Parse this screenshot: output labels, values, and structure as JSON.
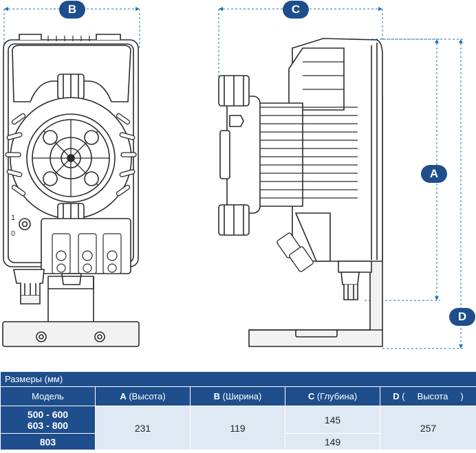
{
  "dimension_badges": {
    "b": "B",
    "c": "C",
    "a": "A",
    "d": "D"
  },
  "table": {
    "title": "Размеры (мм)",
    "headers": {
      "model": "Модель",
      "a_letter": "A",
      "a_text": " (Высота)",
      "b_letter": "B",
      "b_text": " (Ширина)",
      "c_letter": "C",
      "c_text": " (Глубина)",
      "d_letter": "D",
      "d_text": " (     Высота     )"
    },
    "rows": [
      {
        "model_line1": "500 - 600",
        "model_line2": "603 - 800",
        "a": "231",
        "b": "119",
        "c": "145",
        "d": "257"
      },
      {
        "model": "803",
        "c": "149"
      }
    ]
  },
  "colors": {
    "badge": "#1f4e8c",
    "table_header": "#1f4e8c",
    "table_cell": "#dfe9f3",
    "dim_line": "#1f6fb5"
  }
}
